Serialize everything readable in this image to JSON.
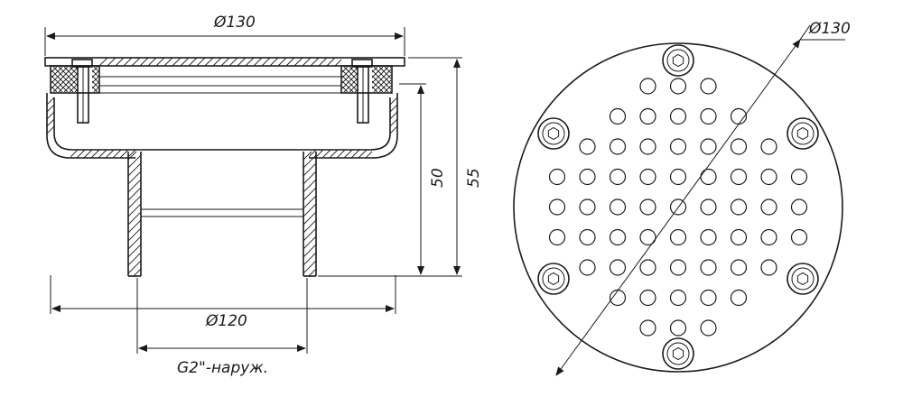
{
  "labels": {
    "side_top_diameter": "Ø130",
    "side_bottom_diameter": "Ø120",
    "height_inner": "50",
    "height_outer": "55",
    "thread": "G2\"-наруж.",
    "plan_diameter": "Ø130"
  }
}
